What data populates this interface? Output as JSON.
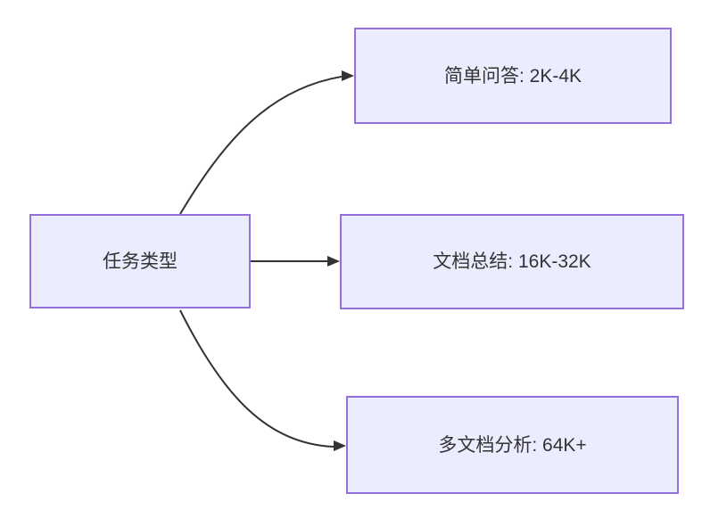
{
  "diagram": {
    "type": "flowchart-left-to-right",
    "root": {
      "label": "任务类型"
    },
    "children": [
      {
        "label": "简单问答: 2K-4K"
      },
      {
        "label": "文档总结: 16K-32K"
      },
      {
        "label": "多文档分析: 64K+"
      }
    ],
    "edges": [
      {
        "from": "任务类型",
        "to": "简单问答: 2K-4K"
      },
      {
        "from": "任务类型",
        "to": "文档总结: 16K-32K"
      },
      {
        "from": "任务类型",
        "to": "多文档分析: 64K+"
      }
    ],
    "colors": {
      "node_fill": "#ECECFF",
      "node_border": "#9370DB",
      "edge_line": "#333333",
      "text": "#333333",
      "background": "#FFFFFF"
    }
  }
}
